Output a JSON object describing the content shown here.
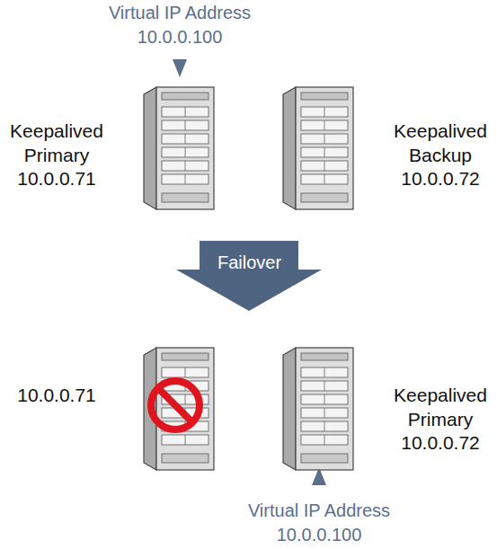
{
  "diagram": {
    "nodes": [
      {
        "text": [
          "Keepalived Primary 10.0.0.71"
        ]
      },
      {
        "text": [
          "Keepalived Backup 10.0.0.72"
        ]
      },
      {
        "text": [
          "Failover"
        ]
      },
      {
        "text": [
          "10.0.0.71"
        ]
      },
      {
        "text": [
          "Keepalived Primary 10.0.0.72"
        ]
      }
    ],
    "labels": [
      "Virtual IP Address 10.0.0.100",
      "Virtual IP Address 10.0.0.100"
    ]
  }
}
